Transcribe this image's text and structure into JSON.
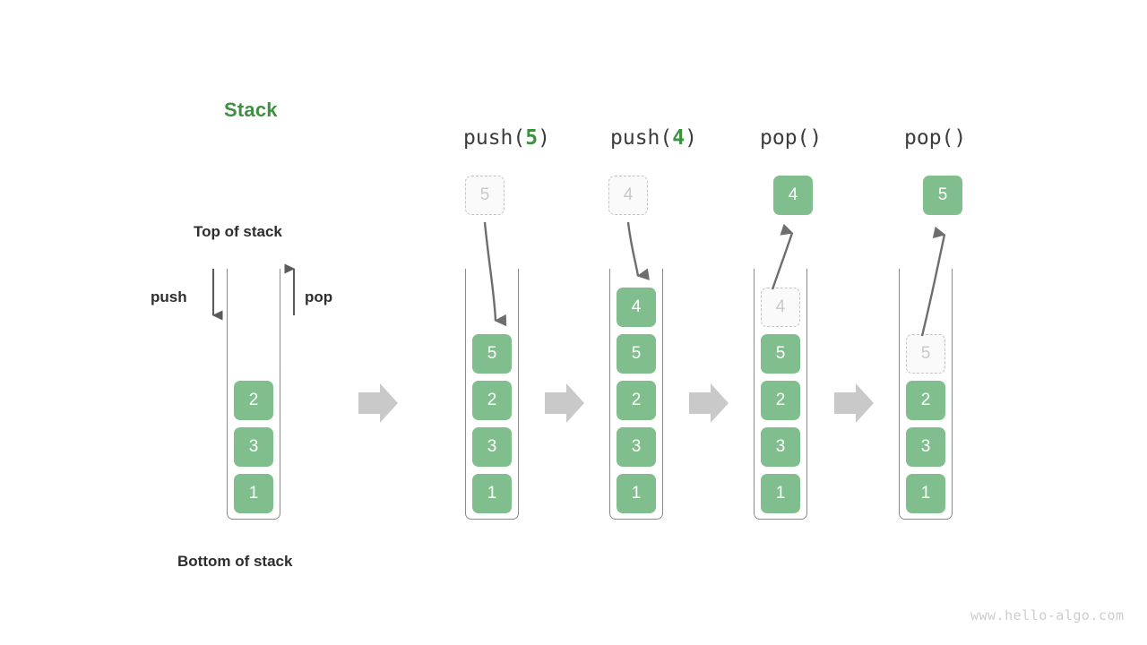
{
  "title": "Stack",
  "labels": {
    "top_of_stack": "Top of stack",
    "bottom_of_stack": "Bottom of stack",
    "push": "push",
    "pop": "pop"
  },
  "watermark": "www.hello-algo.com",
  "colors": {
    "cell_green": "#81be8e",
    "title_green": "#3f9142",
    "ghost_border": "#c4c4c4",
    "ghost_text": "#c9c9c9",
    "arrow_gray": "#6e6e6e",
    "block_arrow_gray": "#c9c9c9",
    "container_stroke": "#8a8a8a",
    "text_dark": "#2e2e2e",
    "watermark_gray": "#cdcdcd"
  },
  "operations": [
    {
      "name": "push",
      "prefix": "push(",
      "arg": "5",
      "suffix": ")"
    },
    {
      "name": "push",
      "prefix": "push(",
      "arg": "4",
      "suffix": ")"
    },
    {
      "name": "pop",
      "prefix": "pop(",
      "arg": "",
      "suffix": ")"
    },
    {
      "name": "pop",
      "prefix": "pop(",
      "arg": "",
      "suffix": ")"
    }
  ],
  "stacks": [
    {
      "id": "initial",
      "caption": "",
      "cells": [
        "2",
        "3",
        "1"
      ],
      "floating": null,
      "ghost_in_stack": null
    },
    {
      "id": "after-push-5",
      "caption": "push(5)",
      "cells": [
        "5",
        "2",
        "3",
        "1"
      ],
      "floating": {
        "value": "5",
        "style": "ghost",
        "direction": "down"
      },
      "ghost_in_stack": null
    },
    {
      "id": "after-push-4",
      "caption": "push(4)",
      "cells": [
        "4",
        "5",
        "2",
        "3",
        "1"
      ],
      "floating": {
        "value": "4",
        "style": "ghost",
        "direction": "down"
      },
      "ghost_in_stack": null
    },
    {
      "id": "after-pop-4",
      "caption": "pop()",
      "cells": [
        "5",
        "2",
        "3",
        "1"
      ],
      "floating": {
        "value": "4",
        "style": "solid",
        "direction": "up"
      },
      "ghost_in_stack": {
        "value": "4",
        "slot": 0
      }
    },
    {
      "id": "after-pop-5",
      "caption": "pop()",
      "cells": [
        "2",
        "3",
        "1"
      ],
      "floating": {
        "value": "5",
        "style": "solid",
        "direction": "up"
      },
      "ghost_in_stack": {
        "value": "5",
        "slot": 0
      }
    }
  ],
  "flow_arrows": 4
}
